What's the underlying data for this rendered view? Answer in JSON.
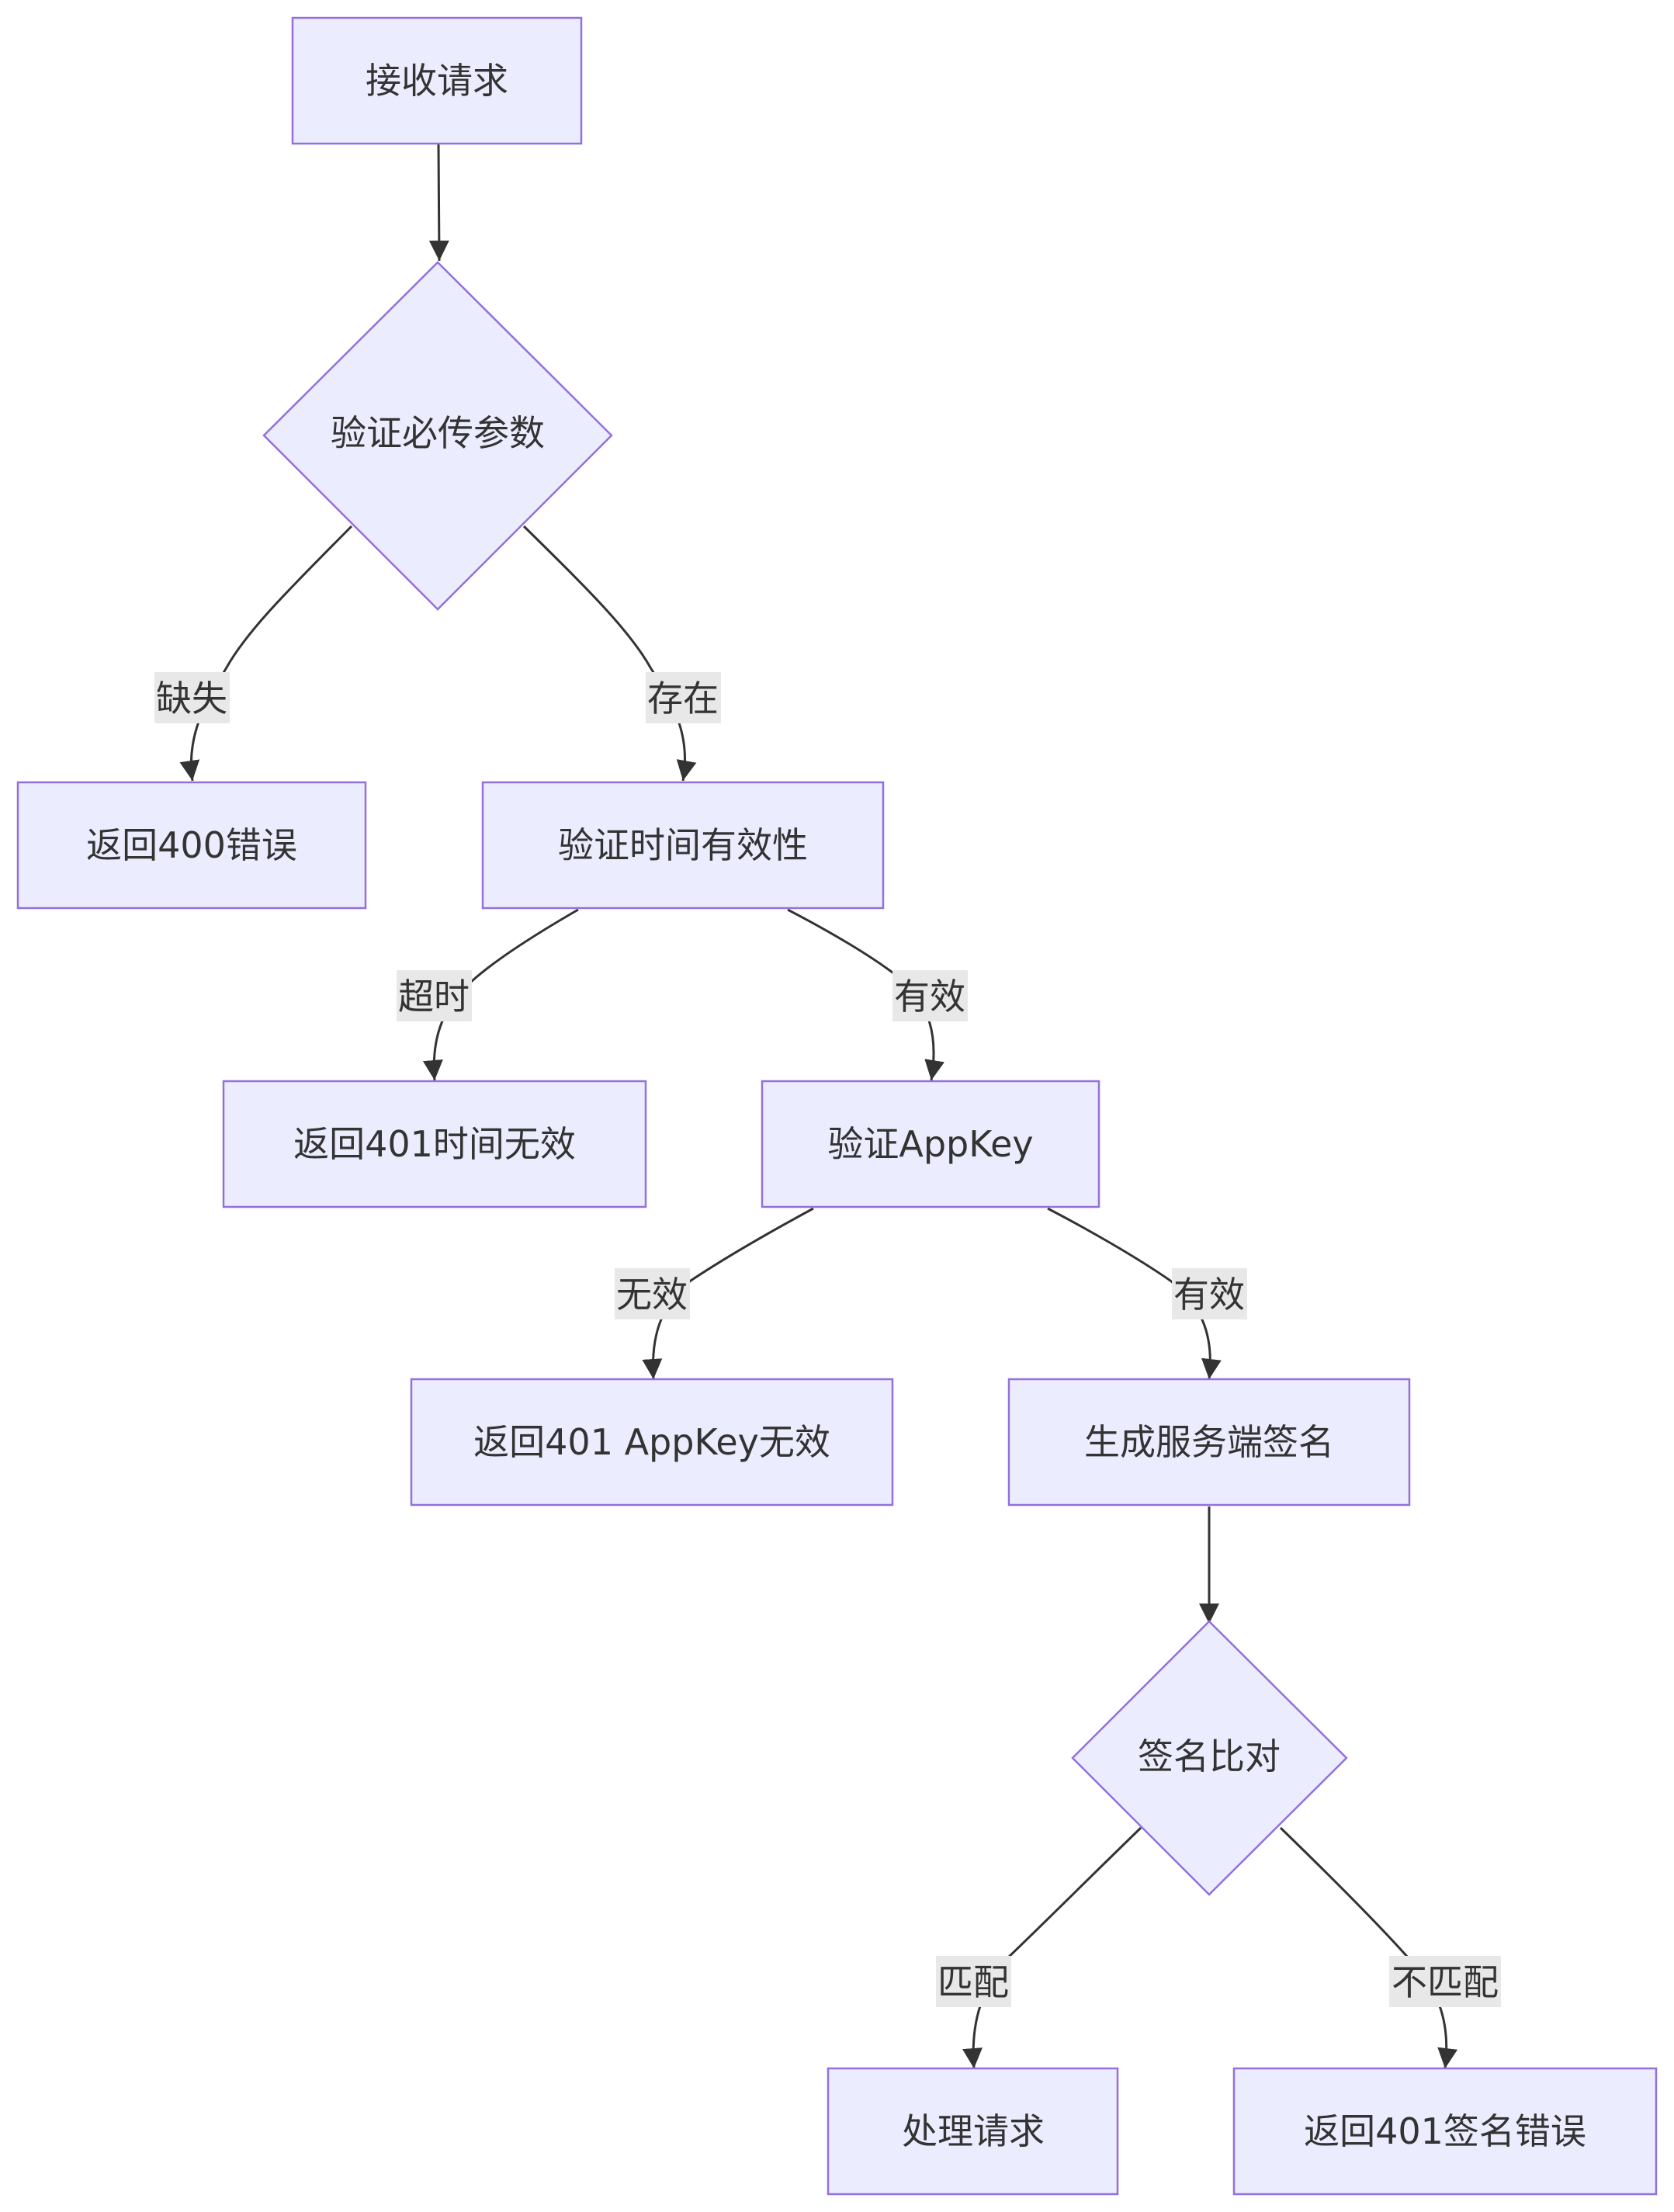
{
  "diagram": {
    "nodes": {
      "receive": {
        "label": "接收请求",
        "shape": "rect"
      },
      "check_params": {
        "label": "验证必传参数",
        "shape": "diamond"
      },
      "err400": {
        "label": "返回400错误",
        "shape": "rect"
      },
      "check_time": {
        "label": "验证时间有效性",
        "shape": "rect"
      },
      "err401_time": {
        "label": "返回401时间无效",
        "shape": "rect"
      },
      "check_appkey": {
        "label": "验证AppKey",
        "shape": "rect"
      },
      "err401_appkey": {
        "label": "返回401 AppKey无效",
        "shape": "rect"
      },
      "gen_signature": {
        "label": "生成服务端签名",
        "shape": "rect"
      },
      "compare_sig": {
        "label": "签名比对",
        "shape": "diamond"
      },
      "process": {
        "label": "处理请求",
        "shape": "rect"
      },
      "err401_sig": {
        "label": "返回401签名错误",
        "shape": "rect"
      }
    },
    "edges": [
      {
        "from": "receive",
        "to": "check_params",
        "label": ""
      },
      {
        "from": "check_params",
        "to": "err400",
        "label": "缺失"
      },
      {
        "from": "check_params",
        "to": "check_time",
        "label": "存在"
      },
      {
        "from": "check_time",
        "to": "err401_time",
        "label": "超时"
      },
      {
        "from": "check_time",
        "to": "check_appkey",
        "label": "有效"
      },
      {
        "from": "check_appkey",
        "to": "err401_appkey",
        "label": "无效"
      },
      {
        "from": "check_appkey",
        "to": "gen_signature",
        "label": "有效"
      },
      {
        "from": "gen_signature",
        "to": "compare_sig",
        "label": ""
      },
      {
        "from": "compare_sig",
        "to": "process",
        "label": "匹配"
      },
      {
        "from": "compare_sig",
        "to": "err401_sig",
        "label": "不匹配"
      }
    ],
    "colors": {
      "node_fill": "#ececff",
      "node_stroke": "#9370db",
      "edge_stroke": "#333333",
      "edge_label_bg": "#e8e8e8",
      "text": "#333333"
    }
  }
}
